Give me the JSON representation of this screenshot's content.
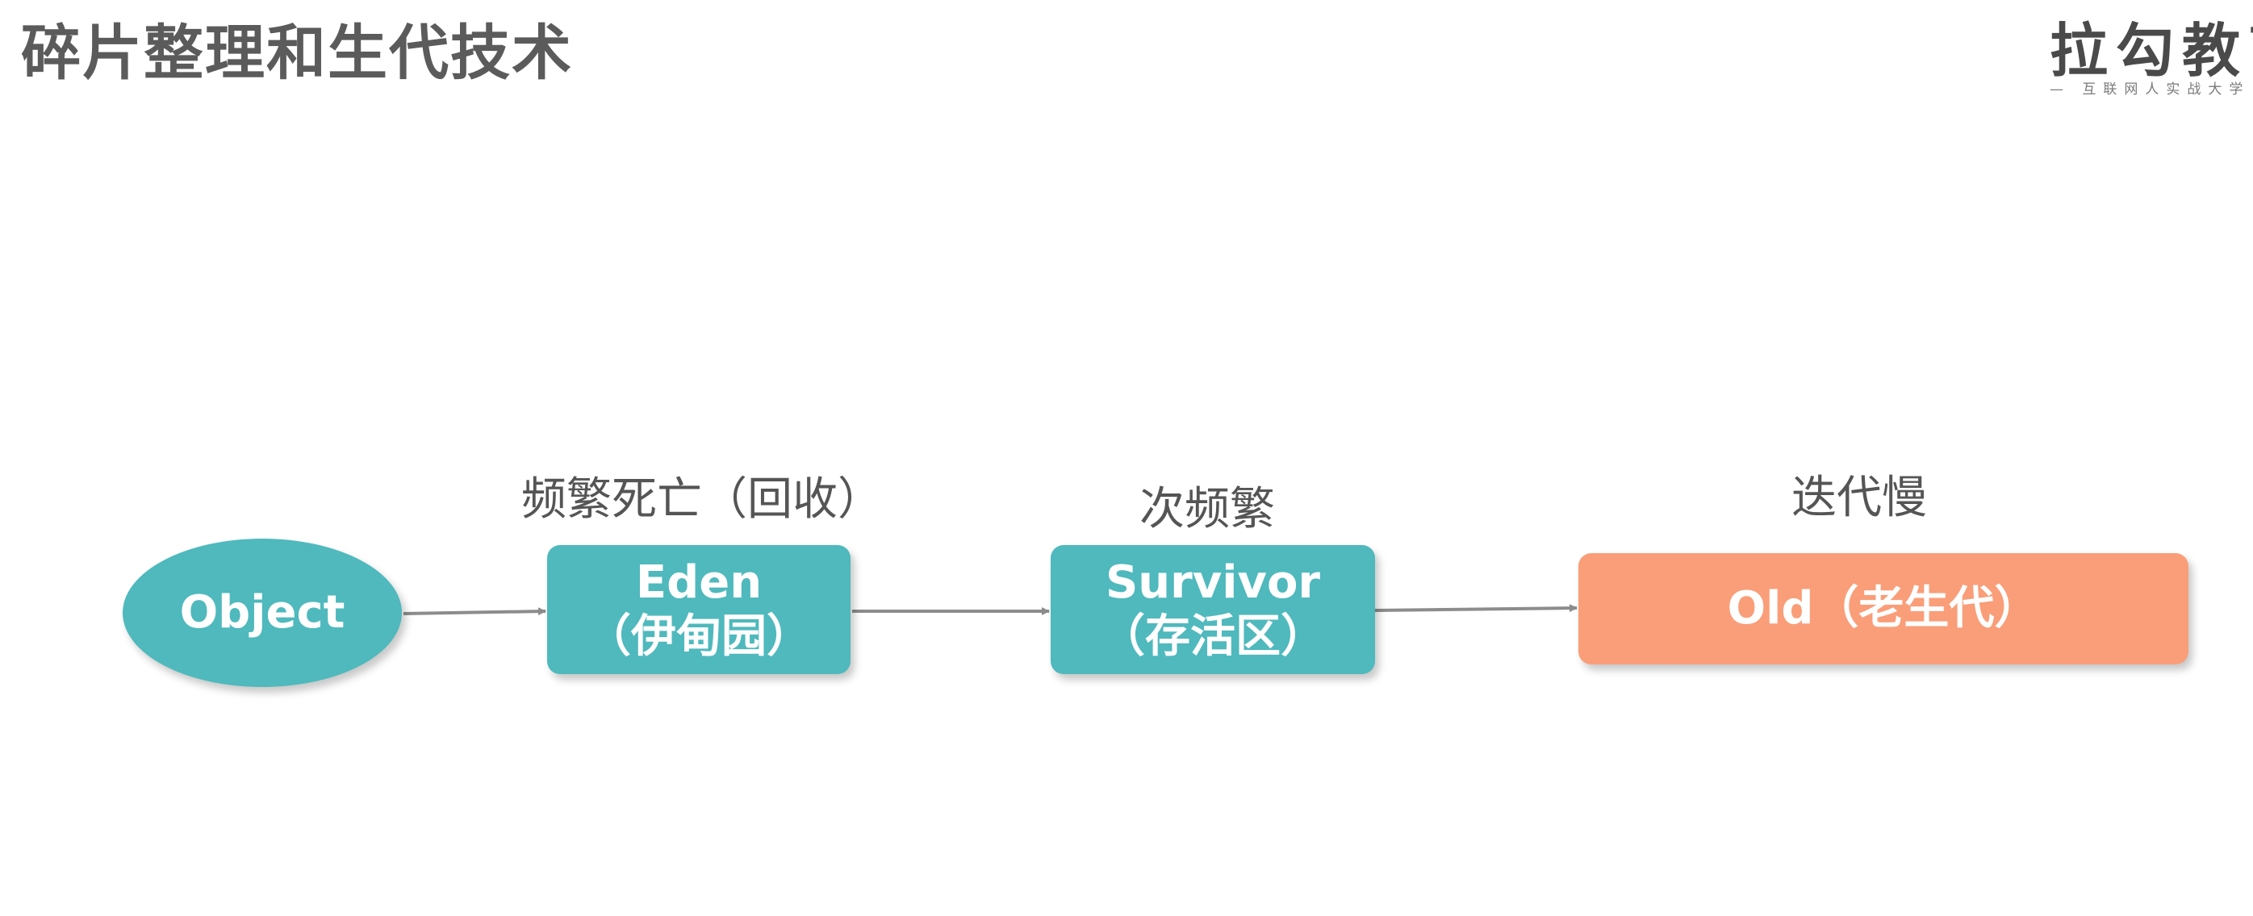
{
  "header": {
    "title": "碎片整理和生代技术"
  },
  "logo": {
    "main": "拉勾教育",
    "tagline": "— 互联网人实战大学"
  },
  "diagram": {
    "nodes": {
      "object": {
        "label": "Object"
      },
      "eden": {
        "line1": "Eden",
        "line2": "（伊甸园）"
      },
      "survivor": {
        "line1": "Survivor",
        "line2": "（存活区）"
      },
      "old": {
        "label": "Old（老生代）"
      }
    },
    "annotations": {
      "eden": "频繁死亡（回收）",
      "survivor": "次频繁",
      "old": "迭代慢"
    }
  },
  "colors": {
    "teal": "#4fb9bd",
    "orange": "#f99e79",
    "arrow": "#8c8c8c",
    "title": "#5b5b5b"
  }
}
